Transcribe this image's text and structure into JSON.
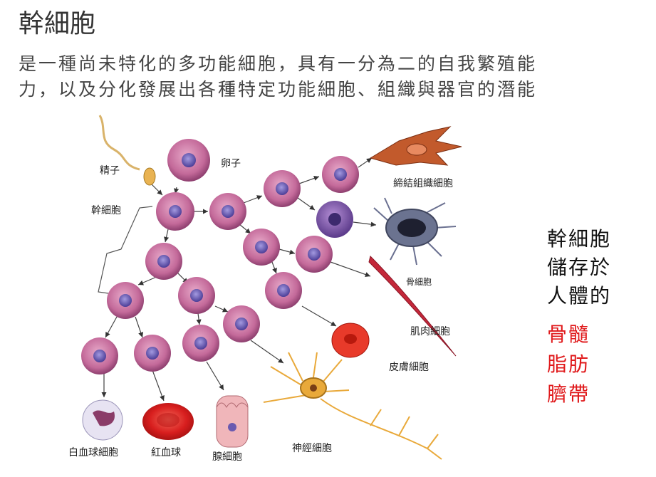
{
  "title": "幹細胞",
  "description": {
    "line1": "是一種尚未特化的多功能細胞，具有一分為二的自我繁殖能",
    "line2": "力，以及分化發展出各種特定功能細胞、組織與器官的潛能"
  },
  "labels": {
    "sperm": "精子",
    "egg": "卵子",
    "stem_cell": "幹細胞",
    "connective": "締結組織細胞",
    "bone": "骨細胞",
    "muscle": "肌肉細胞",
    "skin": "皮膚細胞",
    "nerve": "神經細胞",
    "gland": "腺細胞",
    "wbc": "白血球細胞",
    "rbc": "紅血球"
  },
  "storage": {
    "line1": "幹細胞",
    "line2": "儲存於",
    "line3": "人體的",
    "sources": [
      "骨髓",
      "脂肪",
      "臍帶"
    ]
  },
  "colors": {
    "cell": "#c46a9a",
    "nucleus": "#6a5ab0",
    "red_text": "#e0191b",
    "rbc": "#d81e1e",
    "nerve": "#e9a93a"
  }
}
